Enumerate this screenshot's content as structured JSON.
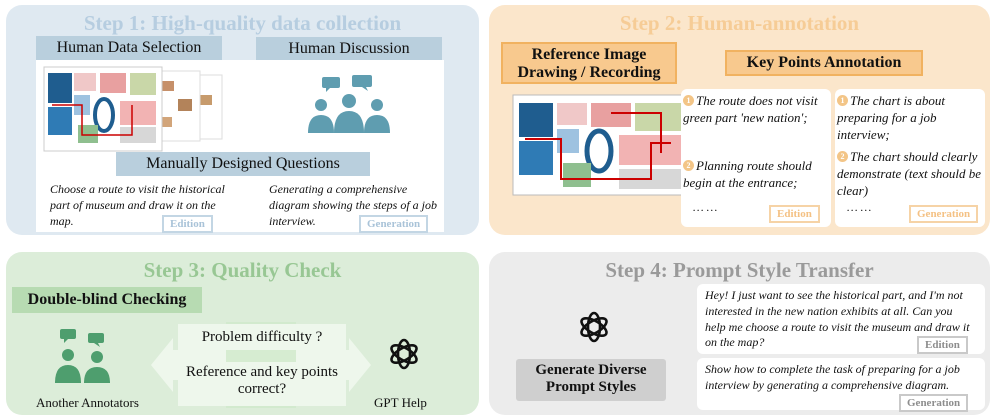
{
  "step1": {
    "title": "Step 1: High-quality data collection",
    "data_selection_label": "Human Data Selection",
    "discussion_label": "Human Discussion",
    "questions_label": "Manually Designed Questions",
    "question_edit": "Choose a route to visit the historical part of museum and draw it on the map.",
    "question_gen": "Generating a comprehensive diagram showing the steps of a job interview.",
    "tag_edit": "Edition",
    "tag_gen": "Generation"
  },
  "step2": {
    "title": "Step 2: Human-annotation",
    "ref_label": "Reference Image Drawing / Recording",
    "keypoints_label": "Key Points Annotation",
    "edit_points": [
      {
        "num": "1",
        "text": "The route does not visit green part 'new nation';"
      },
      {
        "num": "2",
        "text": "Planning route should begin at the entrance;"
      }
    ],
    "edit_ellipsis": "… …",
    "gen_points": [
      {
        "num": "1",
        "text": "The chart is about preparing for a job interview;"
      },
      {
        "num": "2",
        "text": "The chart should clearly demonstrate (text should be clear)"
      }
    ],
    "gen_ellipsis": "… …",
    "tag_edit": "Edition",
    "tag_gen": "Generation"
  },
  "step3": {
    "title": "Step 3: Quality Check",
    "double_blind_label": "Double-blind Checking",
    "q1": "Problem difficulty ?",
    "q2": "Reference and key points correct?",
    "annotators_label": "Another Annotators",
    "gpt_label": "GPT Help"
  },
  "step4": {
    "title": "Step 4: Prompt Style Transfer",
    "diverse_label": "Generate Diverse Prompt Styles",
    "prompt_edit": "Hey! I just want to see the historical part, and I'm not interested in the new nation exhibits at all. Can you help me choose a route to visit the museum and draw it on the map?",
    "prompt_gen": "Show how to complete the task of preparing for a job interview by generating a comprehensive diagram.",
    "tag_edit": "Edition",
    "tag_gen": "Generation"
  },
  "colors": {
    "step1_bg": "#dfe9f1",
    "step2_bg": "#fbe6cb",
    "step3_bg": "#dcedd9",
    "step4_bg": "#ececec",
    "people_icon": "#5f9db0",
    "annotator_icon": "#4e9e6e"
  },
  "icons": [
    "people-discussion-icon",
    "map-thumbnail",
    "openai-logo-icon",
    "annotators-icon"
  ]
}
